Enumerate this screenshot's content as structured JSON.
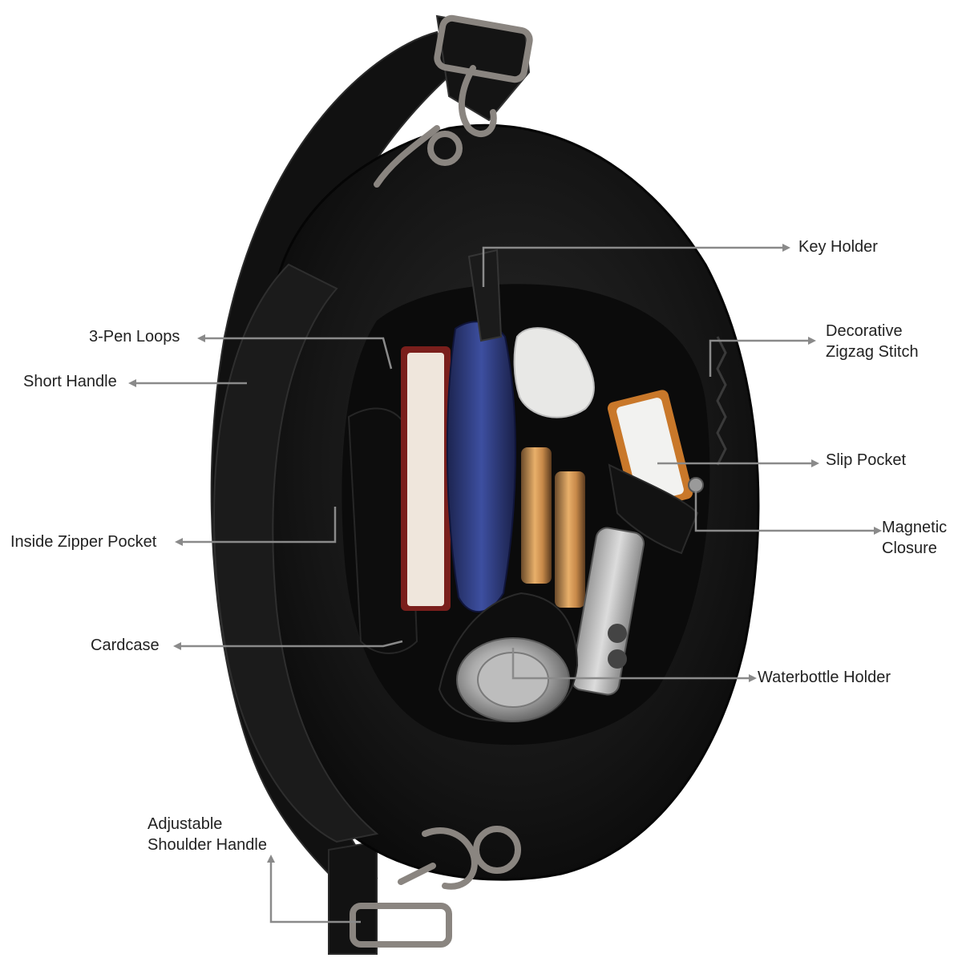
{
  "colors": {
    "background": "#ffffff",
    "leader_line": "#8a8a8a",
    "label_text": "#222222",
    "leather": "#151515",
    "lining": "#0b0b0b",
    "hardware": "#8a8580"
  },
  "callouts": {
    "key_holder": {
      "text": "Key Holder"
    },
    "decorative_zigzag": {
      "line1": "Decorative",
      "line2": "Zigzag Stitch"
    },
    "pen_loops": {
      "text": "3-Pen Loops"
    },
    "short_handle": {
      "text": "Short Handle"
    },
    "slip_pocket": {
      "text": "Slip Pocket"
    },
    "magnetic_closure": {
      "line1": "Magnetic",
      "line2": "Closure"
    },
    "inside_zipper_pocket": {
      "text": "Inside Zipper Pocket"
    },
    "cardcase": {
      "text": "Cardcase"
    },
    "waterbottle_holder": {
      "text": "Waterbottle Holder"
    },
    "adjustable_shoulder_handle": {
      "line1": "Adjustable",
      "line2": "Shoulder Handle"
    }
  }
}
